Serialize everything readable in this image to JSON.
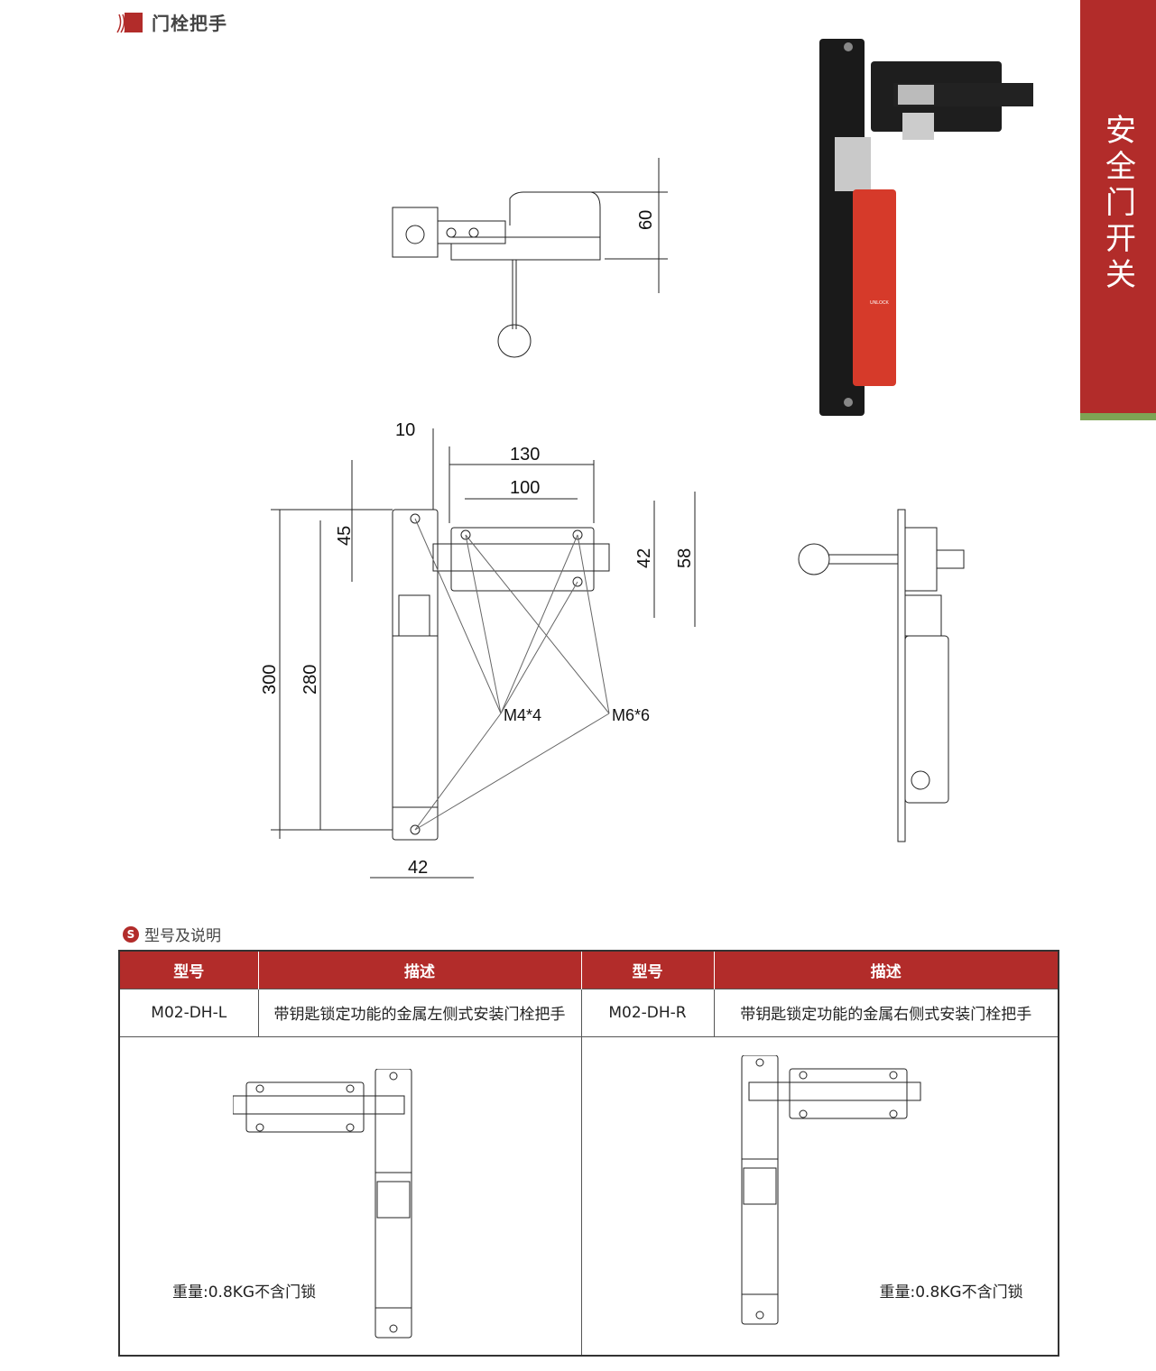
{
  "header": {
    "title": "门栓把手"
  },
  "side_tab": {
    "label": "安全门开关"
  },
  "product_photo": {
    "label": "UNLOCK",
    "accent": "#d63a2a"
  },
  "drawing": {
    "dims": {
      "d60": "60",
      "d10": "10",
      "d130": "130",
      "d100": "100",
      "d45": "45",
      "d42a": "42",
      "d58": "58",
      "d300": "300",
      "d280": "280",
      "d42b": "42"
    },
    "callouts": {
      "m4": "M4*4",
      "m6": "M6*6"
    }
  },
  "section": {
    "icon": "S",
    "title": "型号及说明"
  },
  "table": {
    "headers": [
      "型号",
      "描述",
      "型号",
      "描述"
    ],
    "row": [
      "M02-DH-L",
      "带钥匙锁定功能的金属左侧式安装门栓把手",
      "M02-DH-R",
      "带钥匙锁定功能的金属右侧式安装门栓把手"
    ],
    "weights": [
      "重量:0.8KG不含门锁",
      "重量:0.8KG不含门锁"
    ]
  },
  "colors": {
    "brand": "#b22c2a",
    "green": "#7ea454"
  }
}
